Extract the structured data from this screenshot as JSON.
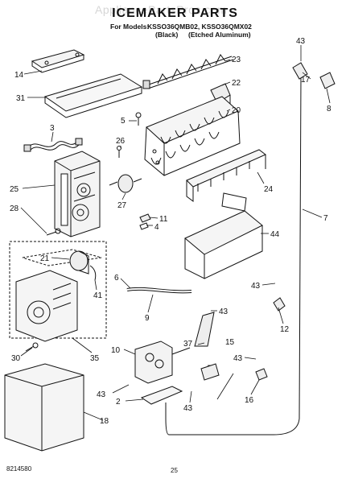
{
  "watermark": "AppliancePartsPros.com",
  "header": {
    "title": "ICEMAKER PARTS",
    "models_prefix": "For Models:",
    "models": "KSSO36QMB02, KSSO36QMX02",
    "variant_black": "(Black)",
    "variant_aluminum": "(Etched Aluminum)"
  },
  "footer": {
    "doc_number": "8214580",
    "page_number": "25"
  },
  "callouts": {
    "p14": "14",
    "p31": "31",
    "p3": "3",
    "p5": "5",
    "p26": "26",
    "p25": "25",
    "p28": "28",
    "p27": "27",
    "p11": "11",
    "p4": "4",
    "p23": "23",
    "p22": "22",
    "p20": "20",
    "p24": "24",
    "p43a": "43",
    "p17": "17",
    "p8": "8",
    "p7": "7",
    "p44": "44",
    "p21": "21",
    "p41": "41",
    "p6": "6",
    "p9": "9",
    "p43b": "43",
    "p12": "12",
    "p43c": "43",
    "p37": "37",
    "p15": "15",
    "p10": "10",
    "p43d": "43",
    "p30": "30",
    "p35": "35",
    "p43e": "43",
    "p2": "2",
    "p16": "16",
    "p43f": "43",
    "p18": "18"
  }
}
